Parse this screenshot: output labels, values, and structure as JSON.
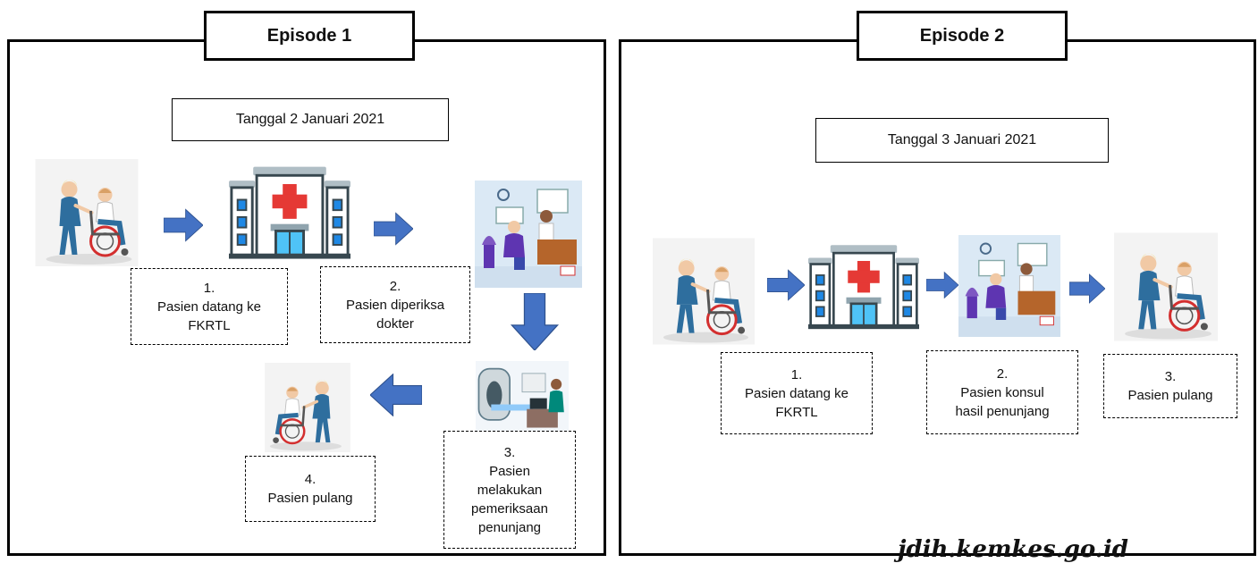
{
  "episodes": [
    {
      "title": "Episode 1",
      "date": "Tanggal 2 Januari 2021",
      "steps": [
        {
          "num": "1.",
          "lines": [
            "Pasien datang ke",
            "FKRTL"
          ]
        },
        {
          "num": "2.",
          "lines": [
            "Pasien diperiksa",
            "dokter"
          ]
        },
        {
          "num": "3.",
          "lines": [
            "Pasien",
            "melakukan",
            "pemeriksaan",
            "penunjang"
          ]
        },
        {
          "num": "4.",
          "lines": [
            "Pasien pulang"
          ]
        }
      ]
    },
    {
      "title": "Episode 2",
      "date": "Tanggal 3 Januari 2021",
      "steps": [
        {
          "num": "1.",
          "lines": [
            "Pasien datang ke",
            "FKRTL"
          ]
        },
        {
          "num": "2.",
          "lines": [
            "Pasien konsul",
            "hasil penunjang"
          ]
        },
        {
          "num": "3.",
          "lines": [
            "Pasien pulang"
          ]
        }
      ]
    }
  ],
  "watermark": "jdih.kemkes.go.id",
  "colors": {
    "arrow": "#4472c4",
    "border": "#000000",
    "hospital_cross": "#e53935",
    "scrubs": "#2e6e9e"
  }
}
